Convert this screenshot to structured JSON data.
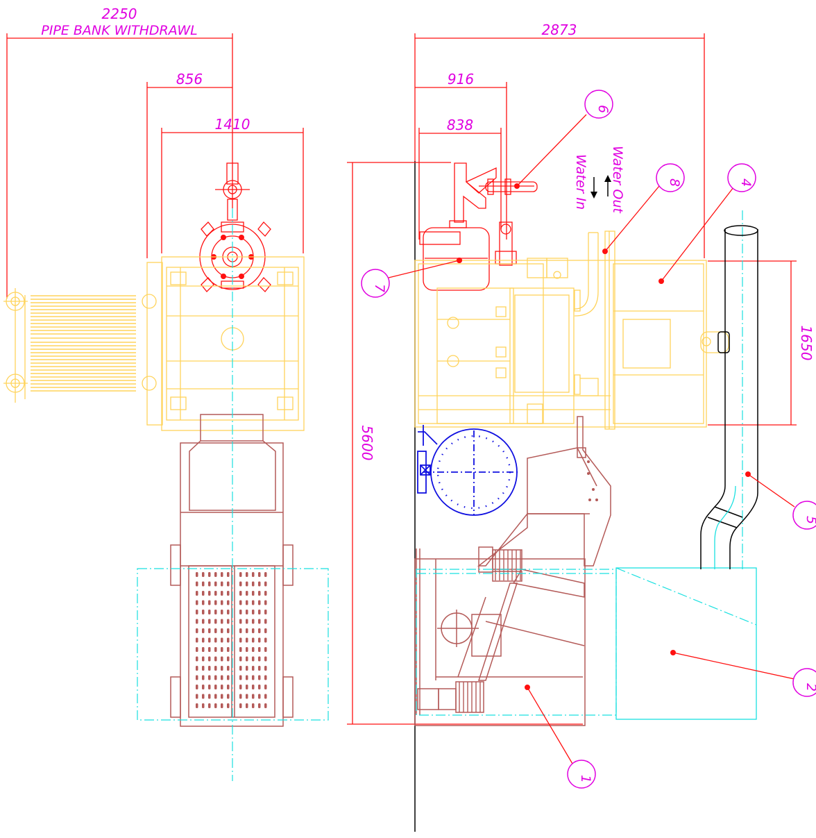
{
  "dimensions": {
    "pipe_bank_value": "2250",
    "pipe_bank_label": "PIPE BANK WITHDRAWL",
    "d856": "856",
    "d1410": "1410",
    "d2873": "2873",
    "d916": "916",
    "d838": "838",
    "d1650": "1650",
    "d5600": "5600"
  },
  "notes": {
    "water_in": "Water In",
    "water_out": "Water Out"
  },
  "callouts": [
    "1",
    "2",
    "4",
    "5",
    "6",
    "7",
    "8"
  ],
  "colors": {
    "dimension_red": "#ff1010",
    "text_magenta": "#e000e0",
    "boiler_yellow": "#ffd35a",
    "grate_brown": "#b45a58",
    "centerline_cyan": "#19e0e0",
    "fan_blue": "#1010e0"
  }
}
